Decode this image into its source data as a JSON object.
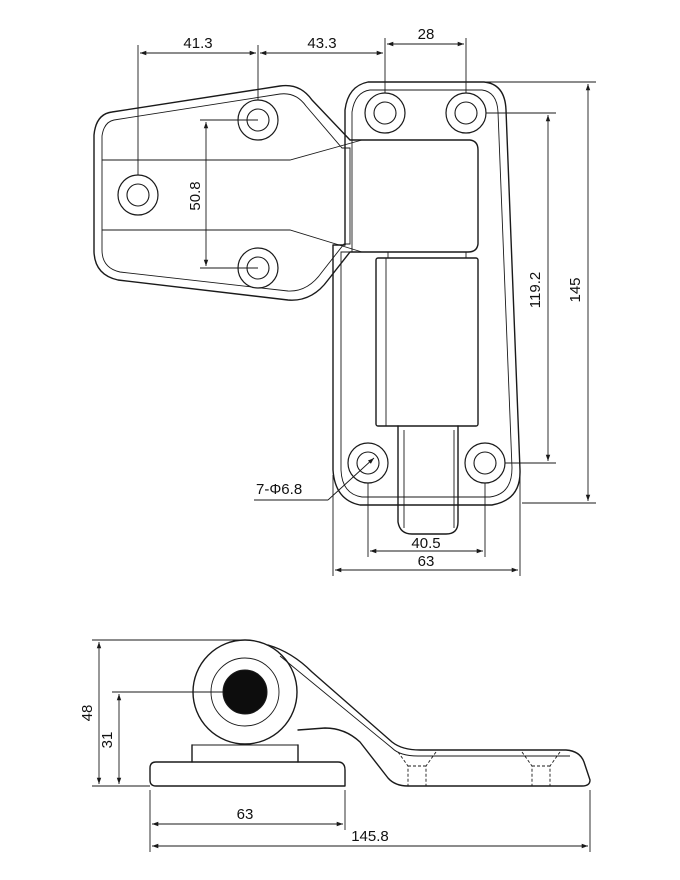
{
  "top_view": {
    "dims": {
      "d_41_3": "41.3",
      "d_43_3": "43.3",
      "d_28": "28",
      "d_50_8": "50.8",
      "d_119_2": "119.2",
      "d_145": "145",
      "d_holes": "7-Φ6.8",
      "d_40_5": "40.5",
      "d_63": "63"
    }
  },
  "side_view": {
    "dims": {
      "d_48": "48",
      "d_31": "31",
      "d_63": "63",
      "d_145_8": "145.8"
    }
  }
}
